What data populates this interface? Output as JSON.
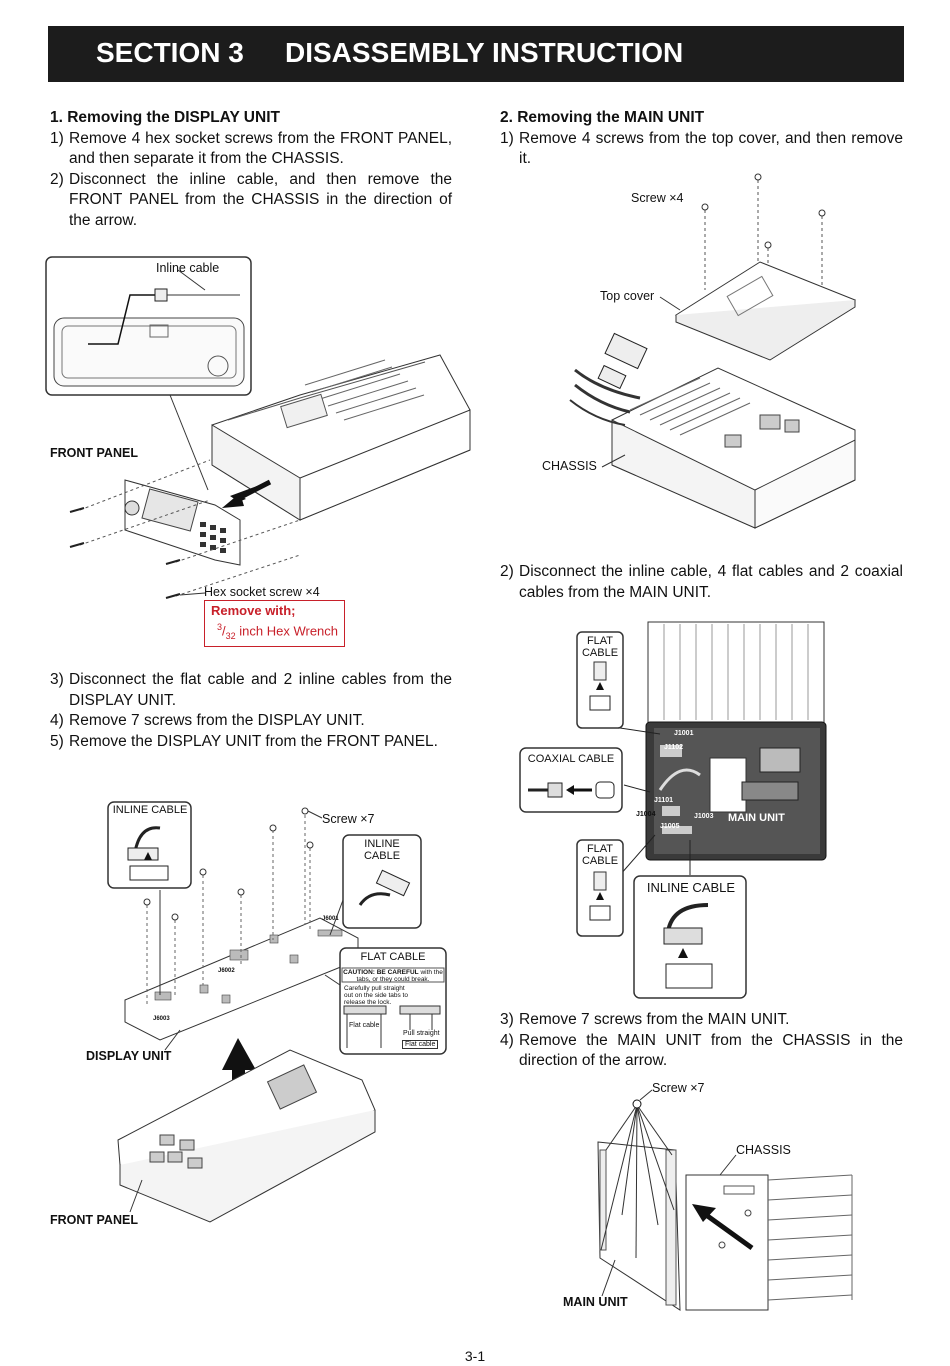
{
  "header": {
    "section": "SECTION 3",
    "title": "DISASSEMBLY INSTRUCTION"
  },
  "left": {
    "heading": "1. Removing the DISPLAY UNIT",
    "steps_a": [
      {
        "n": "1)",
        "t": "Remove 4 hex socket screws from the FRONT PANEL, and then separate it from the CHASSIS."
      },
      {
        "n": "2)",
        "t": "Disconnect the inline cable, and then remove the FRONT PANEL from the CHASSIS in the direction of the arrow."
      }
    ],
    "fig1": {
      "inline_cable": "Inline cable",
      "front_panel": "FRONT PANEL",
      "hex_screw": "Hex socket screw ×4",
      "remove_with": "Remove with;",
      "wrench_num": "3",
      "wrench_den": "32",
      "wrench_text": " inch Hex Wrench"
    },
    "steps_b": [
      {
        "n": "3)",
        "t": "Disconnect the flat cable and 2 inline cables from the DISPLAY UNIT."
      },
      {
        "n": "4)",
        "t": "Remove 7 screws from the DISPLAY UNIT."
      },
      {
        "n": "5)",
        "t": "Remove the DISPLAY UNIT from the FRONT PANEL."
      }
    ],
    "fig2": {
      "inline_cable_a": "INLINE CABLE",
      "inline_cable_b": "INLINE CABLE",
      "screw7": "Screw ×7",
      "flat_cable": "FLAT CABLE",
      "caution_bold": "CAUTION: BE CAREFUL",
      "caution_rest": "with the tabs, or they could break.",
      "pull_note": "Carefully pull straight out on the side tabs to release the lock.",
      "flat_cable_small_a": "Flat cable",
      "pull_straight": "Pull straight",
      "flat_cable_small_b": "Flat cable",
      "j6001": "J6001",
      "j6002": "J6002",
      "j6003": "J6003",
      "display_unit": "DISPLAY UNIT",
      "front_panel": "FRONT PANEL"
    }
  },
  "right": {
    "heading": "2. Removing the MAIN UNIT",
    "steps_a": [
      {
        "n": "1)",
        "t": "Remove 4 screws from the top cover, and then remove it."
      }
    ],
    "fig3": {
      "screw4": "Screw ×4",
      "top_cover": "Top cover",
      "chassis": "CHASSIS"
    },
    "steps_b": [
      {
        "n": "2)",
        "t": "Disconnect the inline cable, 4 flat cables and 2 coaxial cables from the MAIN UNIT."
      }
    ],
    "fig4": {
      "flat_cable_a": "FLAT CABLE",
      "flat_cable_b": "FLAT CABLE",
      "coaxial_cable": "COAXIAL CABLE",
      "inline_cable": "INLINE CABLE",
      "main_unit": "MAIN UNIT",
      "j1001": "J1001",
      "j1102": "J1102",
      "j1101": "J1101",
      "j1004": "J1004",
      "j1003": "J1003",
      "j1005": "J1005"
    },
    "steps_c": [
      {
        "n": "3)",
        "t": "Remove 7 screws from the MAIN UNIT."
      },
      {
        "n": "4)",
        "t": "Remove the MAIN UNIT from the CHASSIS in the direction of the arrow."
      }
    ],
    "fig5": {
      "screw7": "Screw ×7",
      "chassis": "CHASSIS",
      "main_unit": "MAIN UNIT"
    }
  },
  "page_number": "3-1"
}
